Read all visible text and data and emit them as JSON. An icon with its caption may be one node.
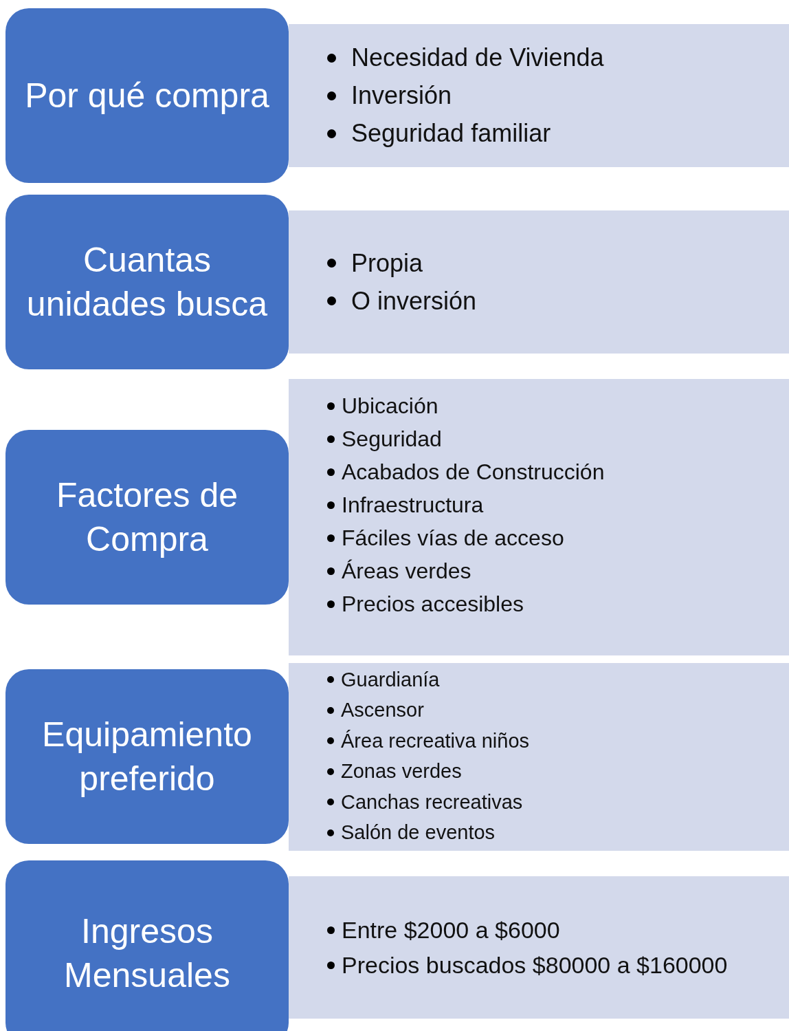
{
  "diagram": {
    "nodes": [
      {
        "text": [
          "Por qué compra"
        ]
      },
      {
        "text": [
          "Necesidad de Vivienda",
          "Inversión",
          "Seguridad familiar"
        ]
      },
      {
        "text": [
          "Cuantas unidades busca"
        ]
      },
      {
        "text": [
          "Propia",
          "O inversión"
        ]
      },
      {
        "text": [
          "Factores de Compra"
        ]
      },
      {
        "text": [
          "Ubicación",
          "Seguridad",
          "Acabados de Construcción",
          "Infraestructura",
          "Fáciles vías de acceso",
          "Áreas verdes",
          "Precios accesibles"
        ]
      },
      {
        "text": [
          "Equipamiento preferido"
        ]
      },
      {
        "text": [
          "Guardianía",
          "Ascensor",
          "Área recreativa niños",
          "Zonas verdes",
          "Canchas recreativas",
          "Salón de eventos"
        ]
      },
      {
        "text": [
          "Ingresos Mensuales"
        ]
      },
      {
        "text": [
          "Entre $2000 a $6000",
          "Precios buscados $80000 a $160000"
        ]
      }
    ]
  }
}
